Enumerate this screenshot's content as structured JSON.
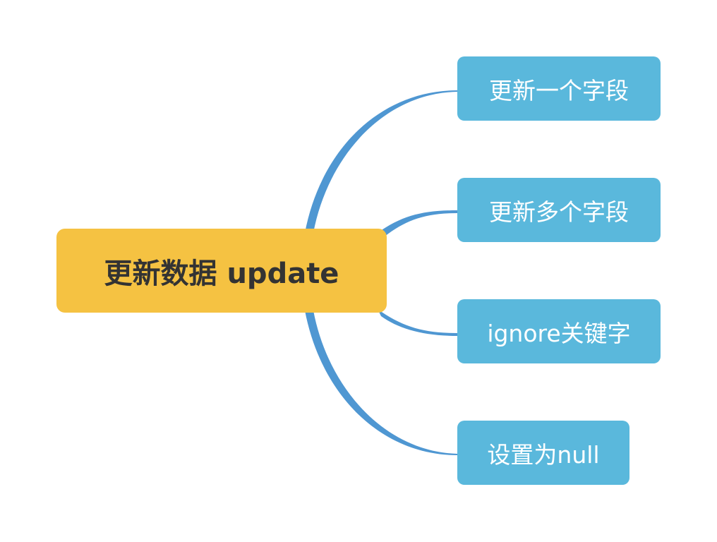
{
  "root": {
    "label": "更新数据 update"
  },
  "branches": [
    {
      "label": "更新一个字段"
    },
    {
      "label": "更新多个字段"
    },
    {
      "label": "ignore关键字"
    },
    {
      "label": "设置为null"
    }
  ],
  "colors": {
    "root": "#f5c242",
    "node": "#5ab8dc",
    "line": "#4f97d2"
  }
}
